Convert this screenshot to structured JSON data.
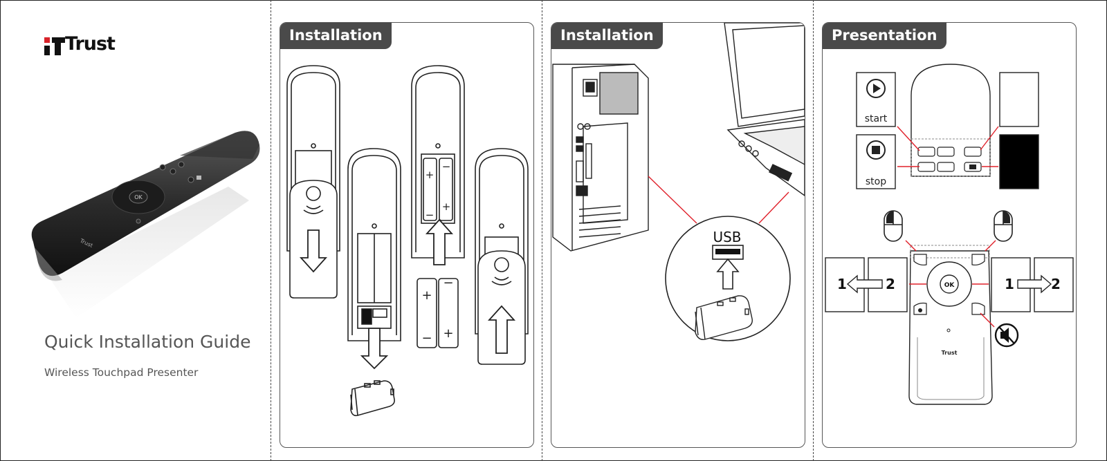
{
  "cover": {
    "brand": "Trust",
    "title": "Quick Installation Guide",
    "subtitle": "Wireless Touchpad Presenter",
    "remote_logo": "Trust",
    "ok_label": "OK"
  },
  "panel1": {
    "tab": "Installation",
    "battery_plus": "+",
    "battery_minus": "−"
  },
  "panel2": {
    "tab": "Installation",
    "usb_label": "USB"
  },
  "panel3": {
    "tab": "Presentation",
    "start_label": "start",
    "stop_label": "stop",
    "ok_label": "OK",
    "remote_logo": "Trust",
    "slide_from": "1",
    "slide_to": "2"
  },
  "colors": {
    "tab_bg": "#4a4a4a",
    "callout_line": "#e0202a",
    "remote_body": "#2a2a2a"
  },
  "icons": [
    "trust-logo-icon",
    "arrow-down-icon",
    "arrow-up-icon",
    "usb-dongle-icon",
    "battery-icon",
    "computer-tower-icon",
    "laptop-icon",
    "play-icon",
    "stop-icon",
    "mouse-left-icon",
    "mouse-right-icon",
    "arrow-left-icon",
    "arrow-right-icon",
    "mute-icon"
  ]
}
